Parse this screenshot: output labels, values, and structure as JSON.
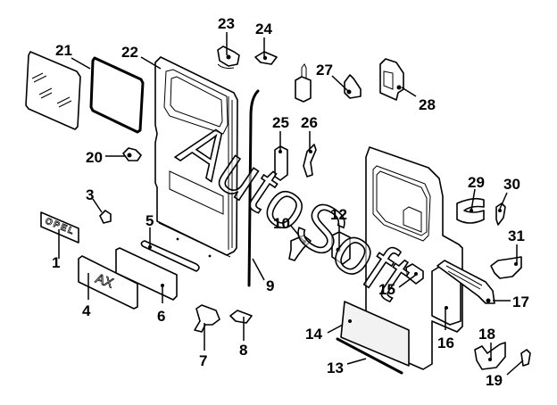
{
  "diagram": {
    "title": "Rear door parts exploded view",
    "watermark": "AutoSoft",
    "badge_text": "OPEL",
    "plate_text": "AX",
    "callouts": [
      {
        "id": "1",
        "label": "1"
      },
      {
        "id": "3",
        "label": "3"
      },
      {
        "id": "4",
        "label": "4"
      },
      {
        "id": "5",
        "label": "5"
      },
      {
        "id": "6",
        "label": "6"
      },
      {
        "id": "7",
        "label": "7"
      },
      {
        "id": "8",
        "label": "8"
      },
      {
        "id": "9",
        "label": "9"
      },
      {
        "id": "10",
        "label": "10"
      },
      {
        "id": "12",
        "label": "12"
      },
      {
        "id": "13",
        "label": "13"
      },
      {
        "id": "14",
        "label": "14"
      },
      {
        "id": "15",
        "label": "15"
      },
      {
        "id": "16",
        "label": "16"
      },
      {
        "id": "17",
        "label": "17"
      },
      {
        "id": "18",
        "label": "18"
      },
      {
        "id": "19",
        "label": "19"
      },
      {
        "id": "20",
        "label": "20"
      },
      {
        "id": "21",
        "label": "21"
      },
      {
        "id": "22",
        "label": "22"
      },
      {
        "id": "23",
        "label": "23"
      },
      {
        "id": "24",
        "label": "24"
      },
      {
        "id": "25",
        "label": "25"
      },
      {
        "id": "26",
        "label": "26"
      },
      {
        "id": "27",
        "label": "27"
      },
      {
        "id": "28",
        "label": "28"
      },
      {
        "id": "29",
        "label": "29"
      },
      {
        "id": "30",
        "label": "30"
      },
      {
        "id": "31",
        "label": "31"
      }
    ]
  }
}
